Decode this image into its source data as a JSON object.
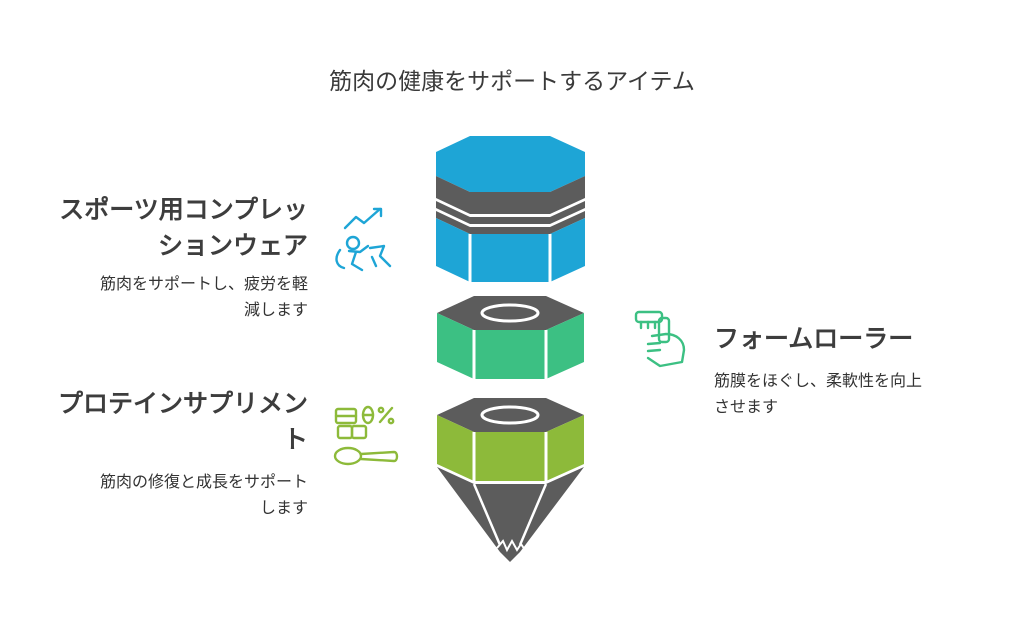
{
  "title": "筋肉の健康をサポートするアイテム",
  "items": [
    {
      "heading_line1": "スポーツ用コンプレッ",
      "heading_line2": "ションウェア",
      "desc_line1": "筋肉をサポートし、疲労を軽",
      "desc_line2": "減します",
      "icon": "running-person-icon",
      "color": "#1ea5d6"
    },
    {
      "heading": "フォームローラー",
      "desc_line1": "筋膜をほぐし、柔軟性を向上",
      "desc_line2": "させます",
      "icon": "massage-roller-hand-icon",
      "color": "#3cc083"
    },
    {
      "heading_line1": "プロテインサプリメン",
      "heading_line2": "ト",
      "desc_line1": "筋肉の修復と成長をサポート",
      "desc_line2": "します",
      "icon": "supplement-scoop-icon",
      "color": "#8dba3a"
    }
  ],
  "colors": {
    "dark_gray": "#5c5c5c",
    "blue": "#1ea5d6",
    "green": "#3cc083",
    "lime": "#8dba3a"
  }
}
